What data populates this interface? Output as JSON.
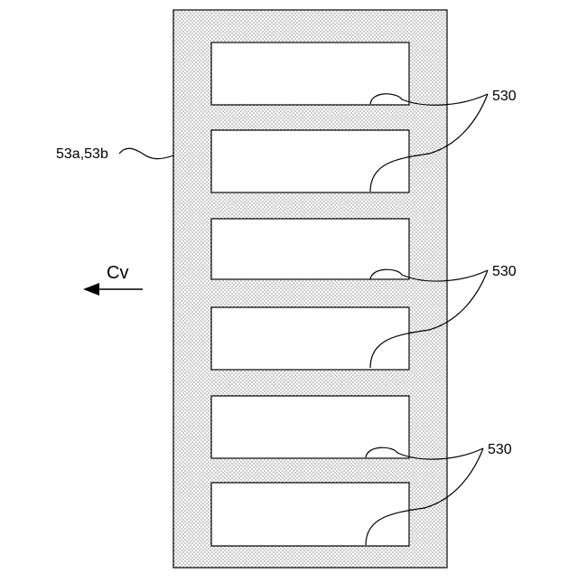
{
  "figure": {
    "part_label": "53a,53b",
    "direction_label": "Cv",
    "opening_label": "530",
    "opening_groups": [
      {
        "label": "530"
      },
      {
        "label": "530"
      },
      {
        "label": "530"
      }
    ]
  }
}
